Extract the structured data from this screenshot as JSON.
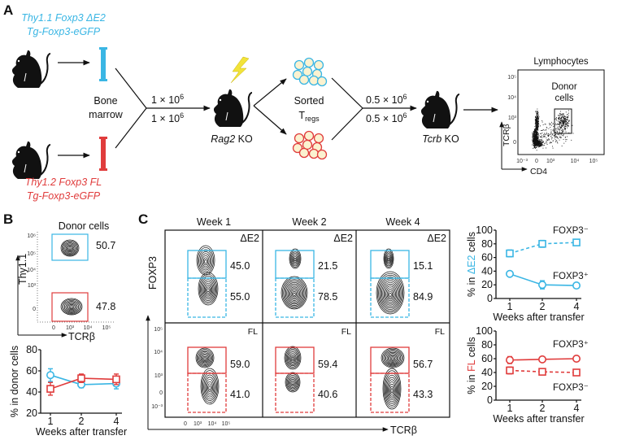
{
  "panel_labels": {
    "a": "A",
    "b": "B",
    "c": "C"
  },
  "colors": {
    "delta_e2": "#3ab6e4",
    "fl": "#e03c3c",
    "lightning": "#f2e33a"
  },
  "panel_a": {
    "donor_delta": {
      "line1": "Thy1.1 Foxp3 ΔE2",
      "line2": "Tg-Foxp3-eGFP"
    },
    "donor_fl": {
      "line1": "Thy1.2 Foxp3 FL",
      "line2": "Tg-Foxp3-eGFP"
    },
    "bone_marrow": {
      "line1": "Bone",
      "line2": "marrow"
    },
    "dose1_top": {
      "base": "1 × 10",
      "exp": "6"
    },
    "dose1_bottom": {
      "base": "1 × 10",
      "exp": "6"
    },
    "recipient1": {
      "gene": "Rag2",
      "suffix": " KO"
    },
    "sorted": {
      "line1": "Sorted",
      "base": "T",
      "sub": "regs"
    },
    "dose2_top": {
      "base": "0.5 × 10",
      "exp": "6"
    },
    "dose2_bottom": {
      "base": "0.5 × 10",
      "exp": "6"
    },
    "recipient2": {
      "gene": "Tcrb",
      "suffix": " KO"
    },
    "lymph_plot": {
      "title": "Lymphocytes",
      "gate_label": {
        "line1": "Donor",
        "line2": "cells"
      },
      "xlabel": "CD4",
      "ylabel": "TCRβ",
      "xticks": [
        "10⁻³",
        "0",
        "10³",
        "10⁴",
        "10⁵"
      ],
      "yticks": [
        "10⁵",
        "10⁴",
        "10³",
        "0"
      ]
    }
  },
  "panel_b": {
    "flow": {
      "title": "Donor cells",
      "ylabel": "Thy1.1",
      "xlabel": "TCRβ",
      "yticks": [
        "10⁶",
        "10⁵",
        "10⁴",
        "10³",
        "0"
      ],
      "xticks": [
        "0",
        "10³",
        "10⁴",
        "10⁵"
      ],
      "gate_delta_pct": "50.7",
      "gate_fl_pct": "47.8"
    }
  },
  "panel_c": {
    "columns": [
      "Week 1",
      "Week 2",
      "Week 4"
    ],
    "row_labels": {
      "top": "ΔE2",
      "bottom": "FL"
    },
    "ylabel": "FOXP3",
    "xlabel": "TCRβ",
    "yticks": [
      "10⁵",
      "10⁴",
      "10³",
      "0",
      "10⁻³"
    ],
    "xticks": [
      "0",
      "10³",
      "10⁴",
      "10⁵"
    ],
    "delta_pos": [
      "45.0",
      "21.5",
      "15.1"
    ],
    "delta_neg": [
      "55.0",
      "78.5",
      "84.9"
    ],
    "fl_pos": [
      "59.0",
      "59.4",
      "56.7"
    ],
    "fl_neg": [
      "41.0",
      "40.6",
      "43.3"
    ]
  },
  "chart_data": [
    {
      "id": "b_donor",
      "type": "line",
      "categories": [
        "1",
        "2",
        "4"
      ],
      "xlabel": "Weeks after transfer",
      "ylabel": "% in donor cells",
      "ylim": [
        20,
        80
      ],
      "yticks": [
        "80",
        "60",
        "40",
        "20"
      ],
      "series": [
        {
          "name": "ΔE2",
          "color": "#3ab6e4",
          "marker": "circle",
          "dash": false,
          "values": [
            56,
            47,
            48
          ],
          "err": [
            6,
            3,
            5
          ]
        },
        {
          "name": "FL",
          "color": "#e03c3c",
          "marker": "square",
          "dash": false,
          "values": [
            43,
            53,
            52
          ],
          "err": [
            6,
            4,
            5
          ]
        }
      ]
    },
    {
      "id": "c_delta",
      "type": "line",
      "categories": [
        "1",
        "2",
        "4"
      ],
      "xlabel": "Weeks after transfer",
      "ylabel_parts": [
        "% in ",
        "ΔE2",
        " cells"
      ],
      "ylim": [
        0,
        100
      ],
      "yticks": [
        "100",
        "80",
        "60",
        "40",
        "20",
        "0"
      ],
      "series": [
        {
          "name": "FOXP3⁻",
          "color": "#3ab6e4",
          "marker": "square",
          "dash": true,
          "values": [
            66,
            80,
            82
          ],
          "err": [
            5,
            5,
            2
          ]
        },
        {
          "name": "FOXP3⁺",
          "color": "#3ab6e4",
          "marker": "circle",
          "dash": false,
          "values": [
            36,
            20,
            19
          ],
          "err": [
            2,
            6,
            2
          ]
        }
      ]
    },
    {
      "id": "c_fl",
      "type": "line",
      "categories": [
        "1",
        "2",
        "4"
      ],
      "xlabel": "Weeks after transfer",
      "ylabel_parts": [
        "% in ",
        "FL",
        " cells"
      ],
      "ylim": [
        0,
        100
      ],
      "yticks": [
        "100",
        "80",
        "60",
        "40",
        "20",
        "0"
      ],
      "series": [
        {
          "name": "FOXP3⁺",
          "color": "#e03c3c",
          "marker": "circle",
          "dash": false,
          "values": [
            58,
            59,
            60
          ],
          "err": [
            5,
            3,
            4
          ]
        },
        {
          "name": "FOXP3⁻",
          "color": "#e03c3c",
          "marker": "square",
          "dash": true,
          "values": [
            43,
            41,
            40
          ],
          "err": [
            5,
            2,
            3
          ]
        }
      ]
    }
  ]
}
